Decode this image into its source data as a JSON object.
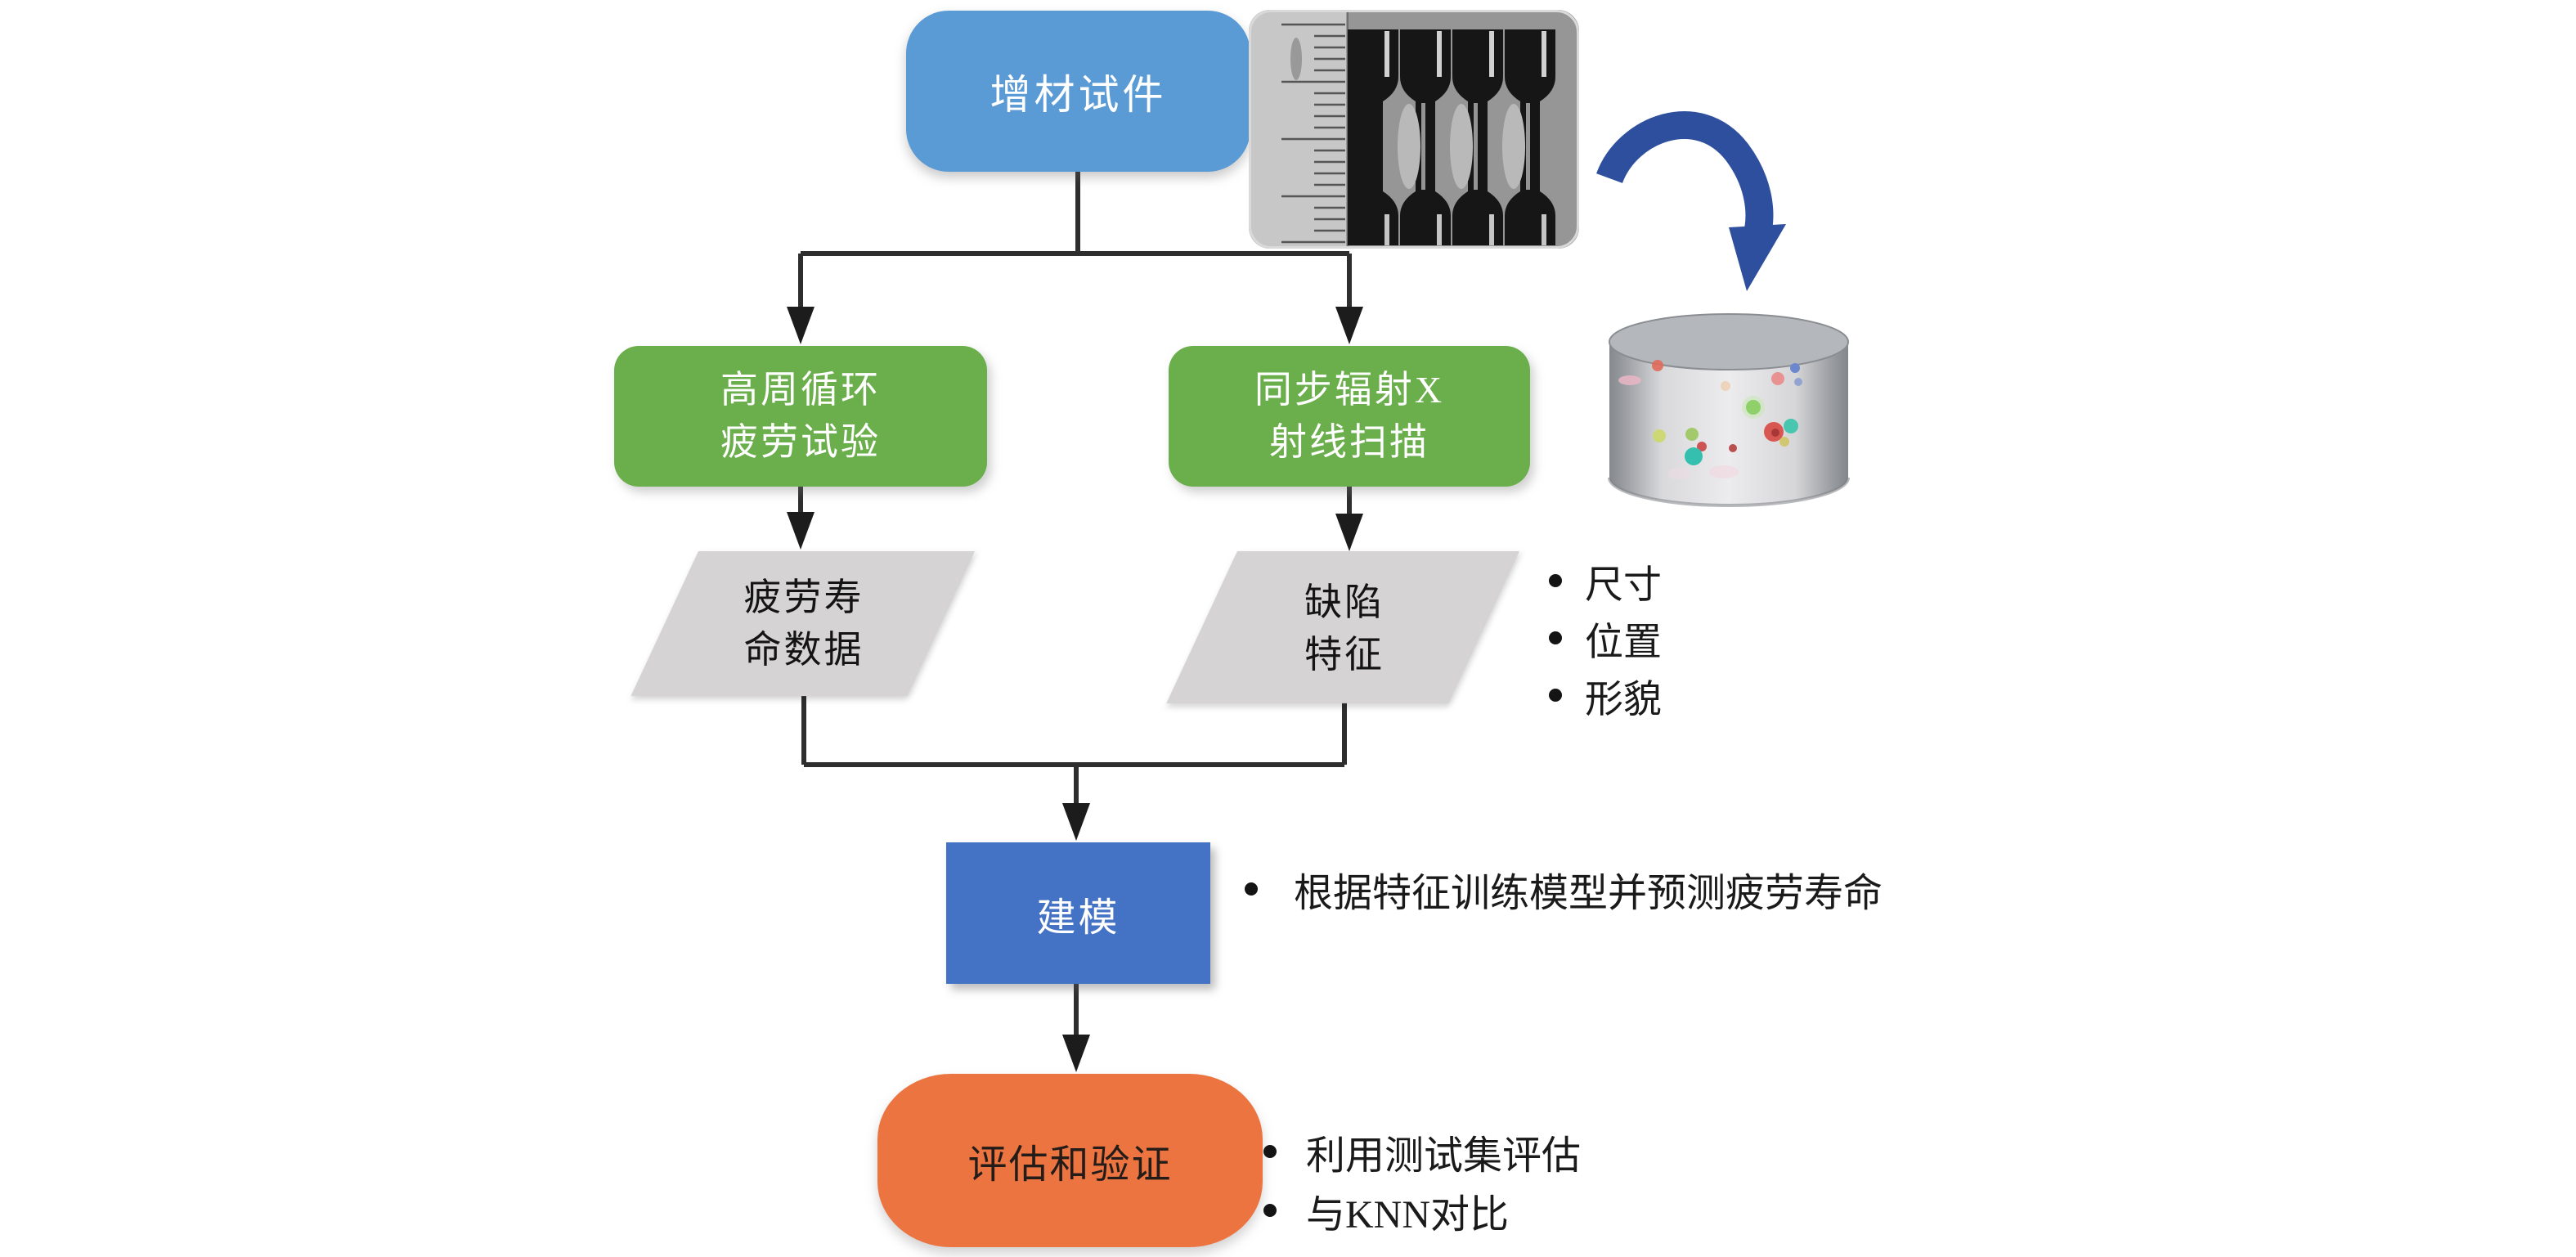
{
  "nodes": {
    "specimen": {
      "label": "增材试件",
      "color": "#5b9bd5"
    },
    "fatigue_test": {
      "lines": [
        "高周循环",
        "疲劳试验"
      ],
      "color": "#6bae4c"
    },
    "xray_scan": {
      "lines": [
        "同步辐射X",
        "射线扫描"
      ],
      "color": "#6bae4c"
    },
    "fatigue_data": {
      "lines": [
        "疲劳寿",
        "命数据"
      ],
      "color": "#d5d3d3"
    },
    "defect_features": {
      "lines": [
        "缺陷",
        "特征"
      ],
      "color": "#d5d3d3"
    },
    "modeling": {
      "label": "建模",
      "color": "#4472c4"
    },
    "evaluation": {
      "label": "评估和验证",
      "color": "#ec7440"
    }
  },
  "bullets": {
    "defect_attributes": {
      "items": [
        "尺寸",
        "位置",
        "形貌"
      ]
    },
    "modeling_note": {
      "items": [
        "根据特征训练模型并预测疲劳寿命"
      ]
    },
    "evaluation_notes": {
      "items": [
        "利用测试集评估",
        "与KNN对比"
      ]
    }
  },
  "colors": {
    "connector": "#2e2e2e",
    "curved_arrow": "#2e4f9e",
    "node_text_light": "#ffffff",
    "node_text_dark": "#141414"
  }
}
